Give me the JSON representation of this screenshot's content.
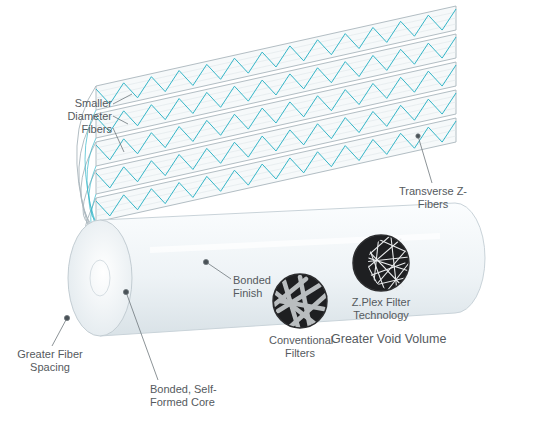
{
  "diagram": {
    "nodes": [
      {
        "text": [
          "Conventional Filters"
        ]
      },
      {
        "text": [
          "Z.Plex Filter Technology"
        ]
      }
    ],
    "labels": [
      "Smaller Diameter Fibers",
      "Transverse Z-Fibers",
      "Bonded Finish",
      "Greater Fiber Spacing",
      "Bonded, Self-Formed Core",
      "Greater Void Volume"
    ]
  }
}
